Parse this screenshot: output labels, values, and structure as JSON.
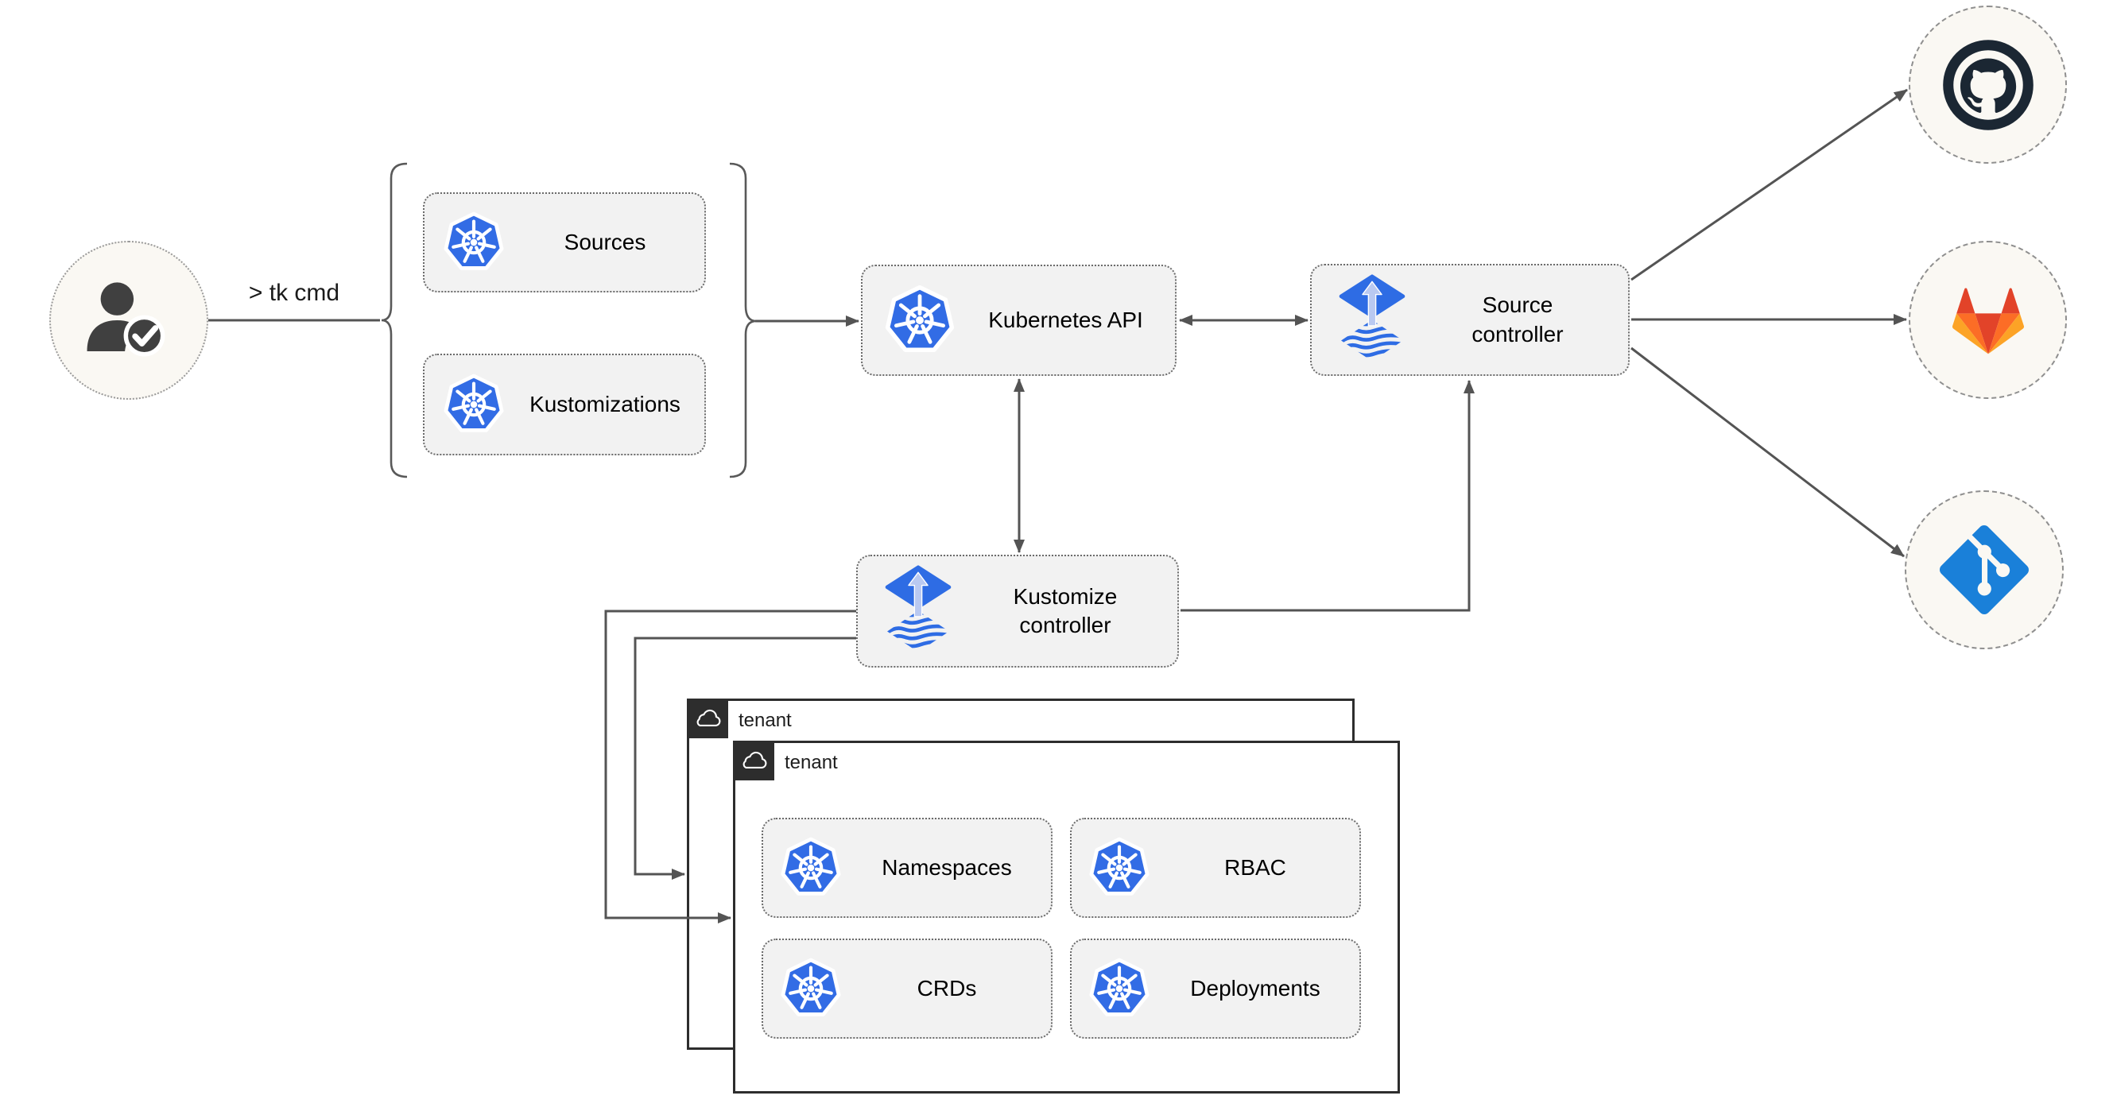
{
  "diagram": {
    "user": {
      "icon": "user-check-icon"
    },
    "cli_command": "> tk cmd",
    "crd_group": {
      "items": [
        {
          "label": "Sources",
          "icon": "kubernetes-icon"
        },
        {
          "label": "Kustomizations",
          "icon": "kubernetes-icon"
        }
      ]
    },
    "kubernetes_api": {
      "label": "Kubernetes API",
      "icon": "kubernetes-icon"
    },
    "source_controller": {
      "label": "Source controller",
      "icon": "flux-icon"
    },
    "kustomize_controller": {
      "label": "Kustomize controller",
      "icon": "flux-icon"
    },
    "tenants": {
      "back": {
        "label": "tenant",
        "icon": "cloud-icon"
      },
      "front": {
        "label": "tenant",
        "icon": "cloud-icon"
      },
      "resources": [
        {
          "label": "Namespaces",
          "icon": "kubernetes-icon"
        },
        {
          "label": "RBAC",
          "icon": "kubernetes-icon"
        },
        {
          "label": "CRDs",
          "icon": "kubernetes-icon"
        },
        {
          "label": "Deployments",
          "icon": "kubernetes-icon"
        }
      ]
    },
    "repositories": [
      {
        "name": "GitHub",
        "icon": "github-icon"
      },
      {
        "name": "GitLab",
        "icon": "gitlab-icon"
      },
      {
        "name": "Git",
        "icon": "git-icon"
      }
    ],
    "colors": {
      "kubernetes_blue": "#326ce5",
      "flux_blue": "#2e6ce4",
      "flux_arrow_light": "#b9c9f1",
      "github_dark": "#1b2733",
      "gitlab_red": "#e24329",
      "gitlab_orange": "#fc6d26",
      "gitlab_light_orange": "#fca326",
      "git_blue": "#1a80d9",
      "node_fill": "#f2f2f2",
      "line_gray": "#545454",
      "tenant_border": "#2d2d2d",
      "person_gray": "#404040"
    }
  }
}
